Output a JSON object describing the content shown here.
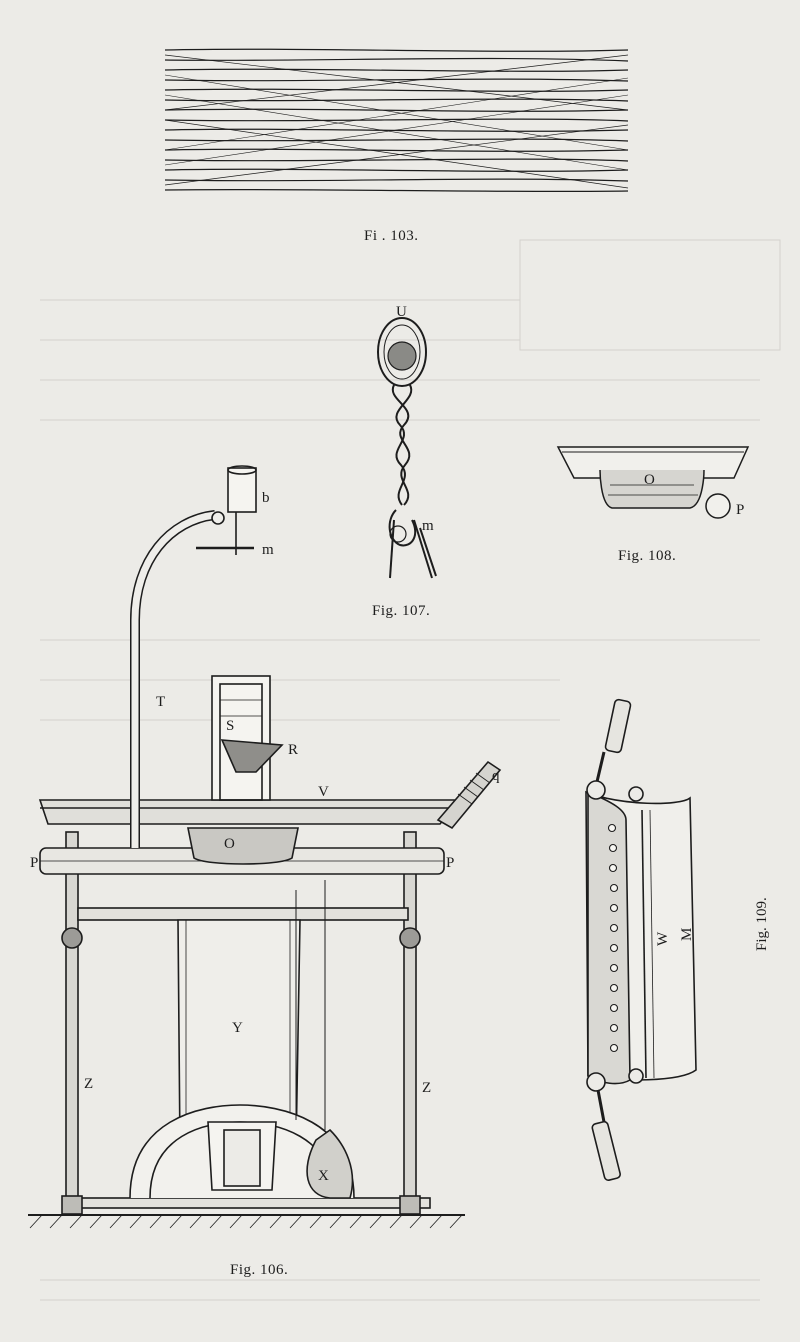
{
  "figures": {
    "fig103": {
      "caption": "Fi . 103."
    },
    "fig107": {
      "caption": "Fig. 107.",
      "labels": {
        "u": "U",
        "m": "m"
      }
    },
    "fig108": {
      "caption": "Fig. 108.",
      "labels": {
        "o": "O",
        "p": "P"
      }
    },
    "fig106": {
      "caption": "Fig. 106.",
      "labels": {
        "b": "b",
        "m": "m",
        "t": "T",
        "s": "S",
        "r": "R",
        "v": "V",
        "q": "q",
        "o": "O",
        "p_left": "P",
        "p_right": "P",
        "y": "Y",
        "z_left": "Z",
        "z_right": "Z",
        "x": "X"
      }
    },
    "fig109": {
      "caption": "Fig. 109.",
      "labels": {
        "w": "W",
        "m": "M"
      }
    }
  },
  "colors": {
    "paper": "#ecebe7",
    "ink": "#1d1d1d",
    "show_through": "#d3d2cd"
  }
}
